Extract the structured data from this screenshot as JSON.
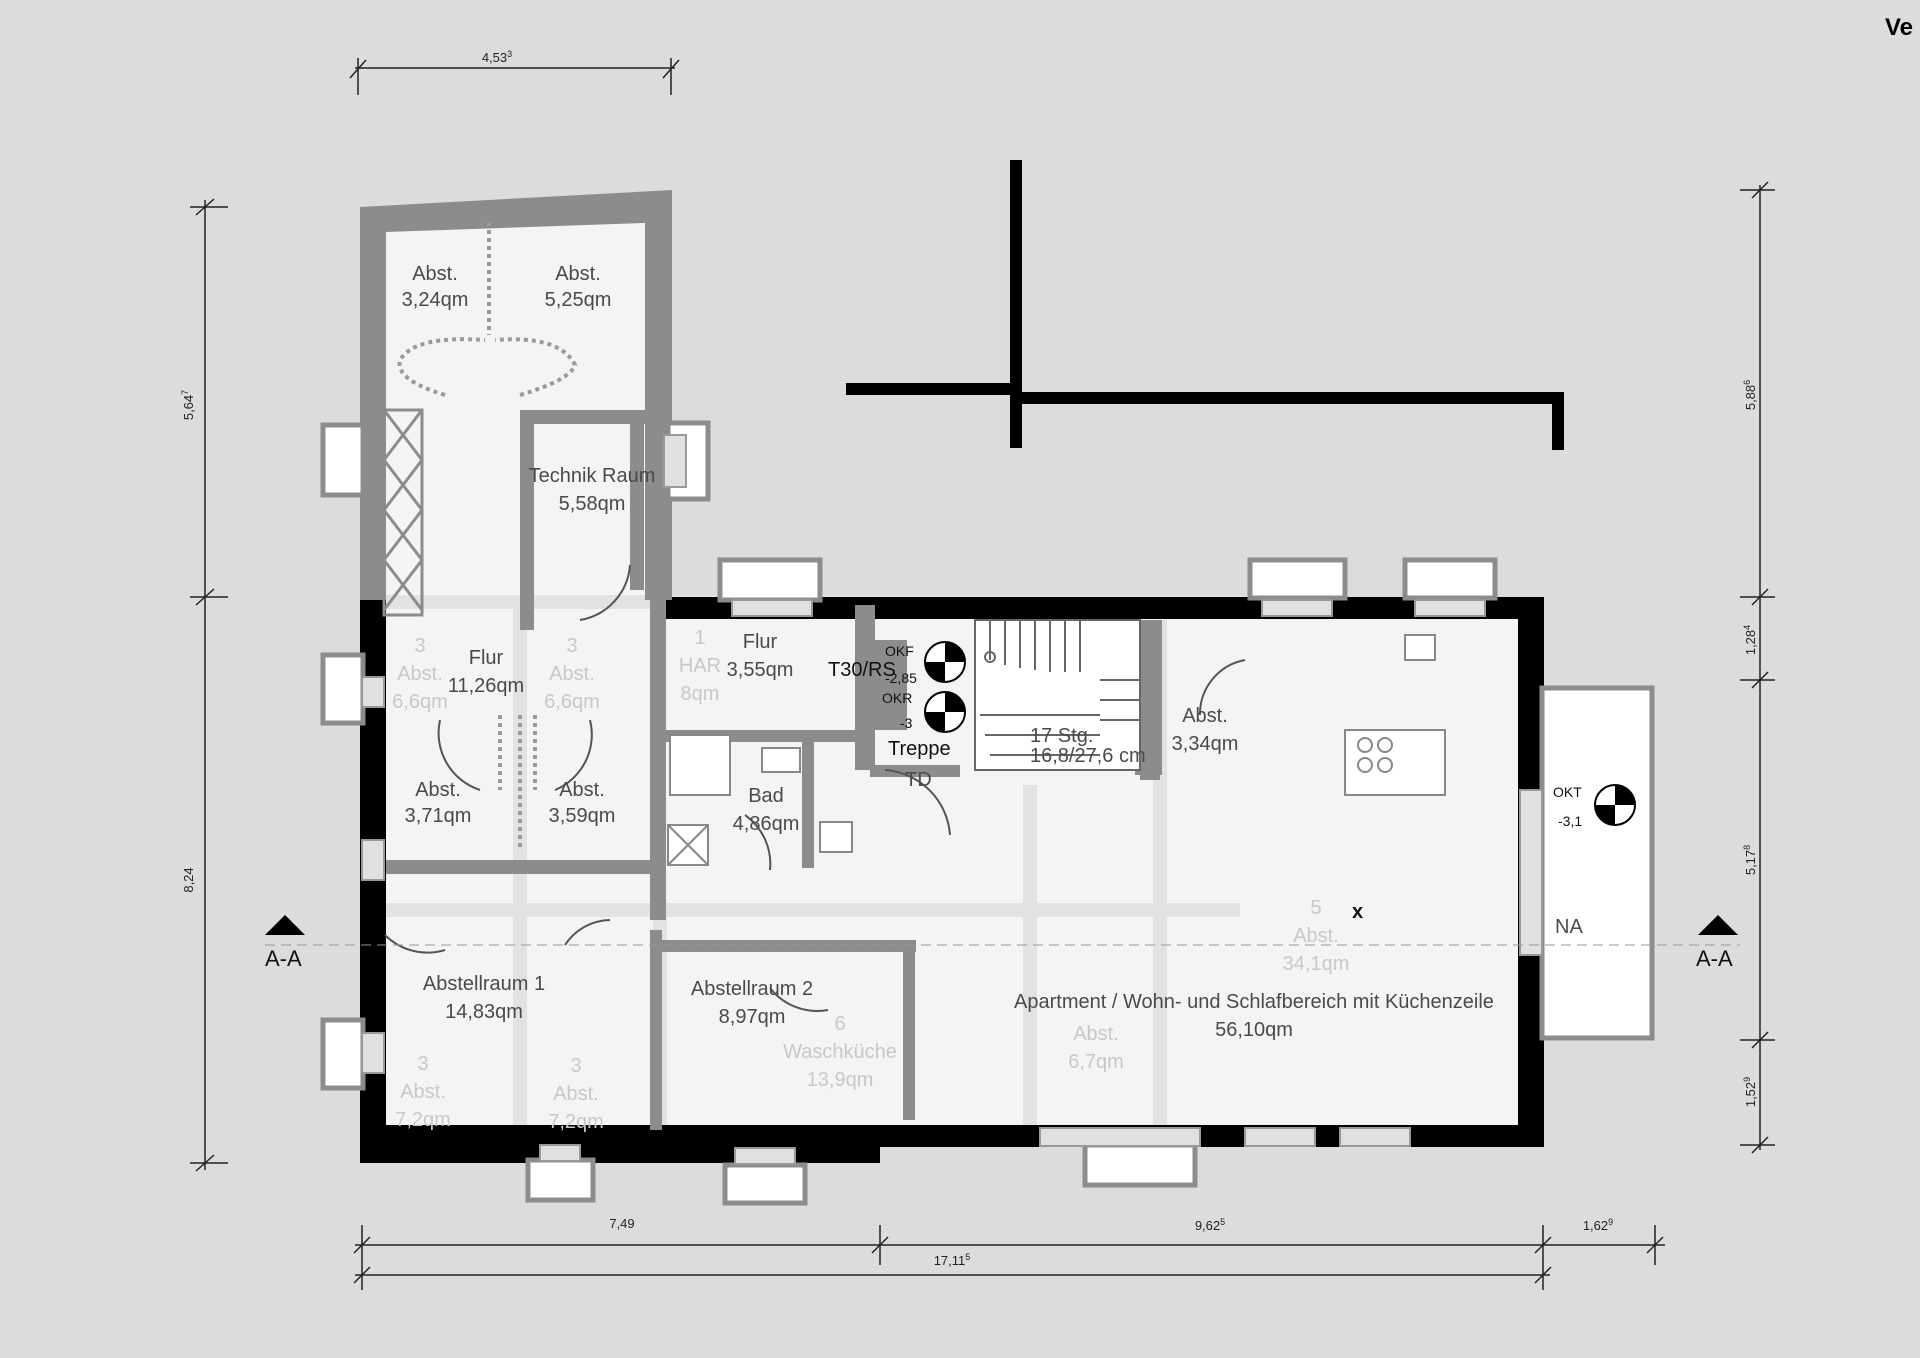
{
  "header": {
    "title_fragment": "Ve"
  },
  "rooms": {
    "abst_nw1": {
      "name": "Abst.",
      "area": "3,24qm"
    },
    "abst_nw2": {
      "name": "Abst.",
      "area": "5,25qm"
    },
    "technik": {
      "name": "Technik Raum",
      "area": "5,58qm"
    },
    "flur1": {
      "name": "Flur",
      "area": "11,26qm"
    },
    "flur2": {
      "name": "Flur",
      "area": "3,55qm"
    },
    "abst_w1": {
      "name": "Abst.",
      "area": "3,71qm"
    },
    "abst_w2": {
      "name": "Abst.",
      "area": "3,59qm"
    },
    "bad": {
      "name": "Bad",
      "area": "4,86qm"
    },
    "abst_stair": {
      "name": "Abst.",
      "area": "3,34qm"
    },
    "abstellraum1": {
      "name": "Abstellraum 1",
      "area": "14,83qm"
    },
    "abstellraum2": {
      "name": "Abstellraum 2",
      "area": "8,97qm"
    },
    "apartment": {
      "name": "Apartment / Wohn- und Schlafbereich mit Küchenzeile",
      "area": "56,10qm"
    }
  },
  "ghost_labels": {
    "g1": {
      "num": "3",
      "name": "Abst.",
      "area": "6,6qm"
    },
    "g2": {
      "num": "3",
      "name": "Abst.",
      "area": "6,6qm"
    },
    "g3": {
      "num": "1",
      "name": "HAR",
      "area": "8qm"
    },
    "g4": {
      "num": "6",
      "name": "Waschküche",
      "area": "13,9qm"
    },
    "g5": {
      "num": "3",
      "name": "Abst.",
      "area": "7,2qm"
    },
    "g6": {
      "num": "3",
      "name": "Abst.",
      "area": "7,2qm"
    },
    "g7": {
      "name": "Abst.",
      "area": "6,7qm"
    },
    "g8": {
      "num": "5",
      "name": "Abst.",
      "area": "34,1qm"
    }
  },
  "annotations": {
    "t30": "T30/RS",
    "treppe": "Treppe",
    "td": "TD",
    "stairs": "17 Stg.",
    "stairs_dim": "16,8/27,6 cm",
    "okf": "OKF",
    "okf_val": "-2,85",
    "okr": "OKR",
    "okr_val": "-3",
    "okt": "OKT",
    "okt_val": "-3,1",
    "na": "NA",
    "section_left": "A-A",
    "section_right": "A-A",
    "mark": "x"
  },
  "dimensions": {
    "top": {
      "main": "4,53",
      "sup": "3"
    },
    "left_upper": {
      "main": "5,64",
      "sup": "7"
    },
    "left_lower": {
      "main": "8,24",
      "sup": ""
    },
    "right_1": {
      "main": "5,88",
      "sup": "6"
    },
    "right_2": {
      "main": "1,28",
      "sup": "4"
    },
    "right_3": {
      "main": "5,17",
      "sup": "8"
    },
    "right_4": {
      "main": "1,52",
      "sup": "9"
    },
    "bottom_1": {
      "main": "7,49",
      "sup": ""
    },
    "bottom_2": {
      "main": "9,62",
      "sup": "5"
    },
    "bottom_3": {
      "main": "1,62",
      "sup": "9"
    },
    "bottom_total": {
      "main": "17,11",
      "sup": "5"
    }
  },
  "colors": {
    "background": "#dcdcdc",
    "wall": "#000000",
    "inner_wall": "#8c8c8c",
    "floor": "#f4f4f4",
    "ghost": "#c8c8c8"
  }
}
